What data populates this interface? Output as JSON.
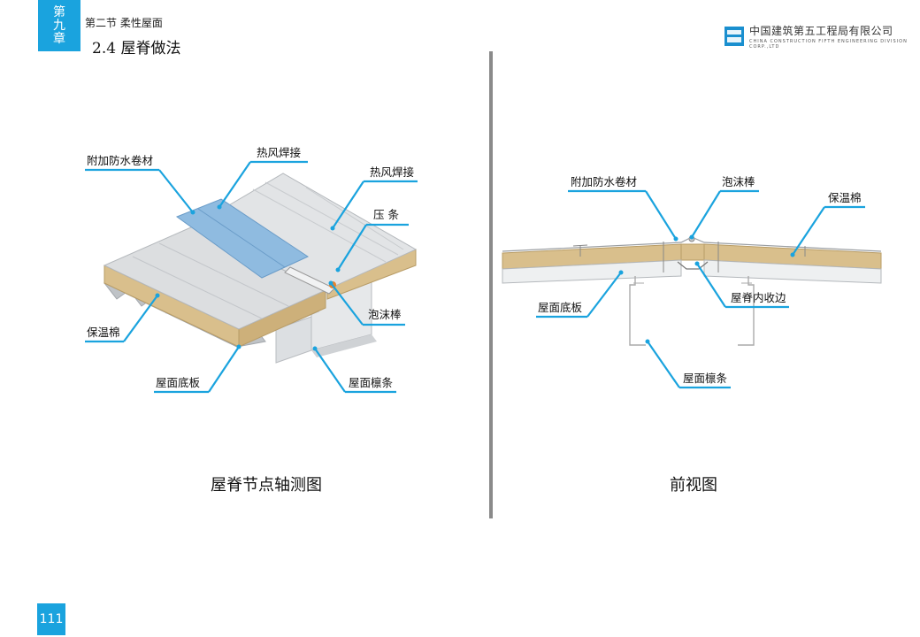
{
  "header": {
    "chapter_badge": [
      "第",
      "九",
      "章"
    ],
    "section": "第二节  柔性屋面",
    "title": "2.4  屋脊做法",
    "company_cn": "中国建筑第五工程局有限公司",
    "company_en": "CHINA CONSTRUCTION FIFTH ENGINEERING DIVISION CORP.,LTD",
    "logo_mark": "CSCEC"
  },
  "left_figure": {
    "caption": "屋脊节点轴测图",
    "labels": {
      "additional_membrane": "附加防水卷材",
      "hot_air_weld_1": "热风焊接",
      "hot_air_weld_2": "热风焊接",
      "batten": "压  条",
      "foam_rod": "泡沫棒",
      "insulation": "保温棉",
      "roof_deck": "屋面底板",
      "purlin": "屋面檩条"
    }
  },
  "right_figure": {
    "caption": "前视图",
    "labels": {
      "additional_membrane": "附加防水卷材",
      "foam_rod": "泡沫棒",
      "insulation": "保温棉",
      "roof_deck": "屋面底板",
      "ridge_fold": "屋脊内收边",
      "purlin": "屋面檩条"
    }
  },
  "page_number": "111",
  "colors": {
    "accent": "#1aa3de",
    "insulation": "#d9bf8c",
    "membrane": "#7fb0d8"
  }
}
